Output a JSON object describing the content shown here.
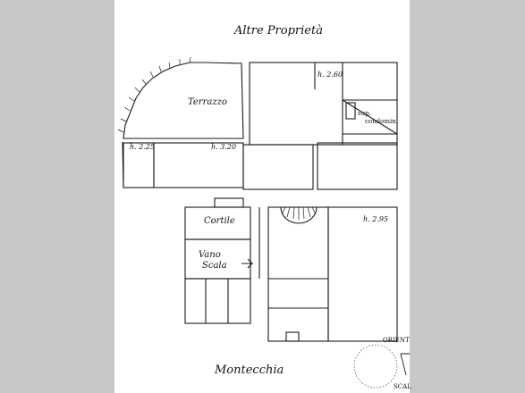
{
  "header": {
    "top_label": "Altre Proprietà",
    "bottom_label": "Montecchia"
  },
  "rooms": {
    "terrazzo": "Terrazzo",
    "cortile": "Cortile",
    "vano_scala_1": "Vano",
    "vano_scala_2": "Scala",
    "sup_condominiale_1": "sup.",
    "sup_condominiale_2": "condomin."
  },
  "heights": {
    "h1": "h. 2.60",
    "h2": "h. 2.25",
    "h3": "h. 3.20",
    "h4": "h. 2.95"
  },
  "legend": {
    "orientation": "ORIENT",
    "scale": "SCAL"
  },
  "colors": {
    "paper": "#ffffff",
    "ink": "#1a1a1a",
    "background": "#c8c8c8"
  }
}
